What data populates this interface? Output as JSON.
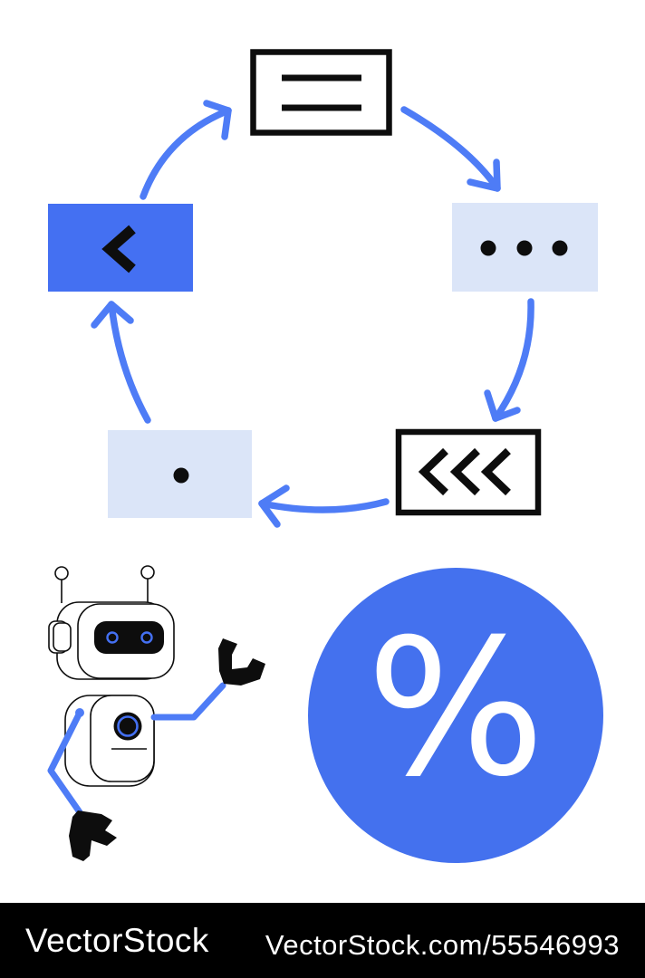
{
  "colors": {
    "accent_blue": "#4470f2",
    "arrow_blue": "#4e7cf6",
    "light_blue": "#dbe5f8",
    "circle_blue": "#4471ee",
    "ink_black": "#0d0d0d",
    "footer_black": "#000000",
    "white": "#ffffff"
  },
  "cycle_diagram": {
    "direction": "clockwise",
    "arrow_count": 5,
    "steps": [
      {
        "id": "step-document",
        "icon": "menu-lines-icon",
        "variant": "outlined-white"
      },
      {
        "id": "step-ellipsis",
        "icon": "ellipsis-icon",
        "variant": "light-blue"
      },
      {
        "id": "step-rewind",
        "icon": "triple-chevron-left-icon",
        "variant": "outlined-white"
      },
      {
        "id": "step-dot",
        "icon": "dot-icon",
        "variant": "light-blue"
      },
      {
        "id": "step-back",
        "icon": "chevron-left-icon",
        "variant": "solid-blue"
      }
    ]
  },
  "percent_badge": {
    "symbol": "%"
  },
  "watermark": {
    "logo_text": "VectorStock",
    "credit_text": "VectorStock.com/55546993"
  }
}
